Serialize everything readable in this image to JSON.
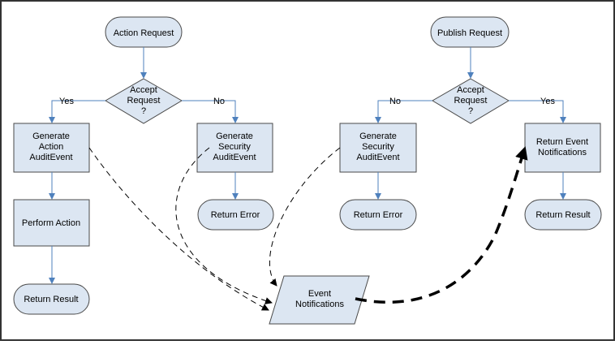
{
  "colors": {
    "shape_fill": "#dce6f2",
    "shape_stroke": "#4a4a4a",
    "flow_arrow": "#4f81bd",
    "dashed_arrow": "#000000",
    "border": "#333333"
  },
  "left_flow": {
    "start": "Action Request",
    "decision": [
      "Accept",
      "Request",
      "?"
    ],
    "yes_label": "Yes",
    "no_label": "No",
    "generate_action": [
      "Generate",
      "Action",
      "AuditEvent"
    ],
    "generate_security": [
      "Generate",
      "Security",
      "AuditEvent"
    ],
    "perform_action": "Perform Action",
    "return_result": "Return Result",
    "return_error": "Return Error"
  },
  "right_flow": {
    "start": "Publish Request",
    "decision": [
      "Accept",
      "Request",
      "?"
    ],
    "yes_label": "Yes",
    "no_label": "No",
    "generate_security": [
      "Generate",
      "Security",
      "AuditEvent"
    ],
    "return_event_notifications": [
      "Return Event",
      "Notifications"
    ],
    "return_error": "Return Error",
    "return_result": "Return Result"
  },
  "event_notifications": [
    "Event",
    "Notifications"
  ]
}
